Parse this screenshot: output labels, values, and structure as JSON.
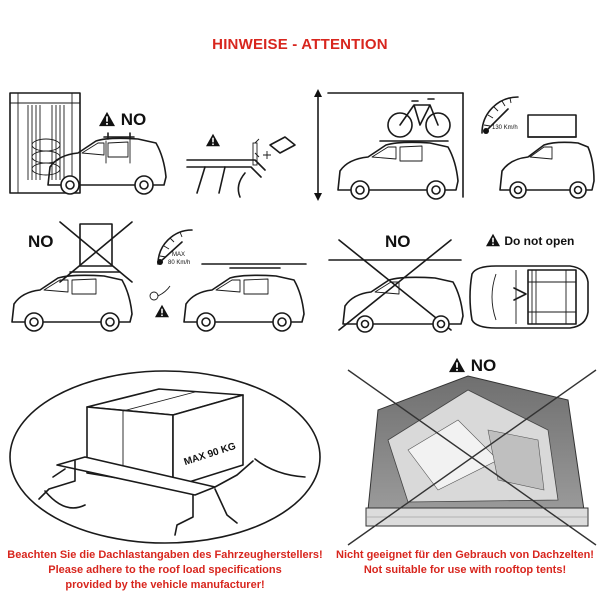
{
  "page": {
    "title": "HINWEISE - ATTENTION"
  },
  "labels": {
    "no": "NO",
    "do_not_open": "Do not open",
    "max_weight": "MAX 90 KG",
    "gauge_130": "130 Km/h",
    "gauge_80": "80 Km/h",
    "gauge_max": "MAX"
  },
  "captions": {
    "left": {
      "line1": "Beachten Sie die Dachlastangaben des Fahrzeugherstellers!",
      "line2": "Please adhere to the roof load specifications",
      "line3": "provided by the vehicle manufacturer!"
    },
    "right": {
      "line1": "Nicht geeignet für den Gebrauch von Dachzelten!",
      "line2": "Not suitable for use with rooftop tents!"
    }
  },
  "colors": {
    "accent_red": "#d8261e",
    "ink": "#1a1a1a"
  },
  "icons": [
    "warning-icon",
    "car-icon",
    "speed-gauge-icon",
    "bicycle-icon",
    "roof-box-icon",
    "roof-tent-icon"
  ]
}
